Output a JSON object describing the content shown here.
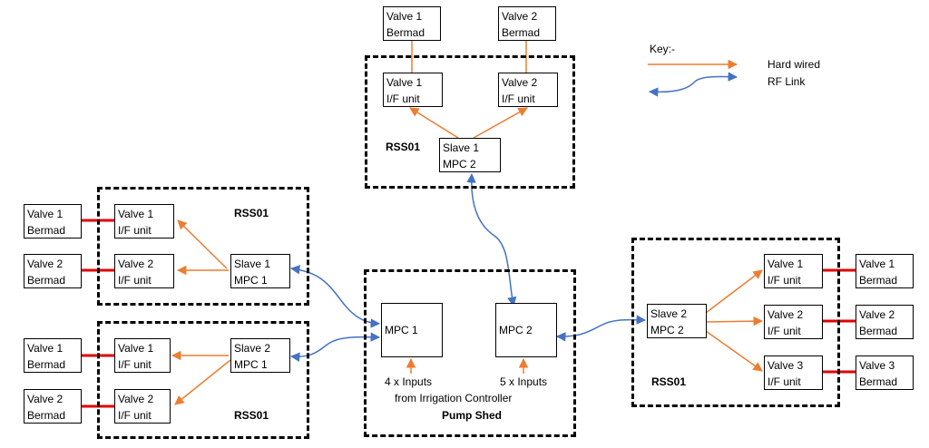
{
  "key": {
    "title": "Key:-",
    "hard_wired": "Hard wired",
    "rf_link": "RF Link"
  },
  "top_group": {
    "label": "RSS01",
    "valve1_bermad": [
      "Valve 1",
      "Bermad"
    ],
    "valve2_bermad": [
      "Valve 2",
      "Bermad"
    ],
    "valve1_if": [
      "Valve 1",
      "I/F unit"
    ],
    "valve2_if": [
      "Valve 2",
      "I/F unit"
    ],
    "slave": [
      "Slave 1",
      "MPC 2"
    ]
  },
  "left_top_group": {
    "label": "RSS01",
    "valve1_bermad": [
      "Valve 1",
      "Bermad"
    ],
    "valve2_bermad": [
      "Valve 2",
      "Bermad"
    ],
    "valve1_if": [
      "Valve 1",
      "I/F unit"
    ],
    "valve2_if": [
      "Valve 2",
      "I/F unit"
    ],
    "slave": [
      "Slave 1",
      "MPC 1"
    ]
  },
  "left_bottom_group": {
    "label": "RSS01",
    "valve1_bermad": [
      "Valve 1",
      "Bermad"
    ],
    "valve2_bermad": [
      "Valve 2",
      "Bermad"
    ],
    "valve1_if": [
      "Valve 1",
      "I/F unit"
    ],
    "valve2_if": [
      "Valve 2",
      "I/F unit"
    ],
    "slave": [
      "Slave 2",
      "MPC 1"
    ]
  },
  "pump_shed": {
    "label": "Pump Shed",
    "mpc1": "MPC 1",
    "mpc2": "MPC 2",
    "inputs1": "4 x Inputs",
    "inputs2": "5 x Inputs",
    "from": "from Irrigation Controller"
  },
  "right_group": {
    "label": "RSS01",
    "slave": [
      "Slave 2",
      "MPC 2"
    ],
    "valve1_if": [
      "Valve 1",
      "I/F unit"
    ],
    "valve2_if": [
      "Valve 2",
      "I/F unit"
    ],
    "valve3_if": [
      "Valve 3",
      "I/F unit"
    ],
    "valve1_bermad": [
      "Valve 1",
      "Bermad"
    ],
    "valve2_bermad": [
      "Valve 2",
      "Bermad"
    ],
    "valve3_bermad": [
      "Valve 3",
      "Bermad"
    ]
  },
  "colors": {
    "hard_wired": "#ED7D31",
    "rf_link": "#4472C4",
    "cable": "#E00000"
  }
}
